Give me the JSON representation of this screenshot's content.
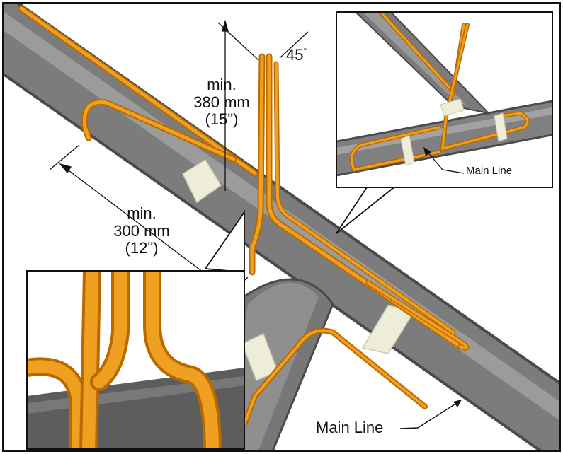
{
  "labels": {
    "vertical_min": "min.",
    "vertical_mm": "380 mm",
    "vertical_in": "(15\")",
    "angle": "45",
    "angle_unit": "°",
    "horizontal_min": "min.",
    "horizontal_mm": "300 mm",
    "horizontal_in": "(12\")",
    "main_line_bottom": "Main Line",
    "main_line_inset": "Main Line"
  },
  "colors": {
    "pipe": "#7a7a7a",
    "pipe_dark": "#4f4f4f",
    "cable": "#f0a020",
    "cable_dark": "#b86a00",
    "tape": "#eeeed8",
    "frame": "#111111"
  }
}
